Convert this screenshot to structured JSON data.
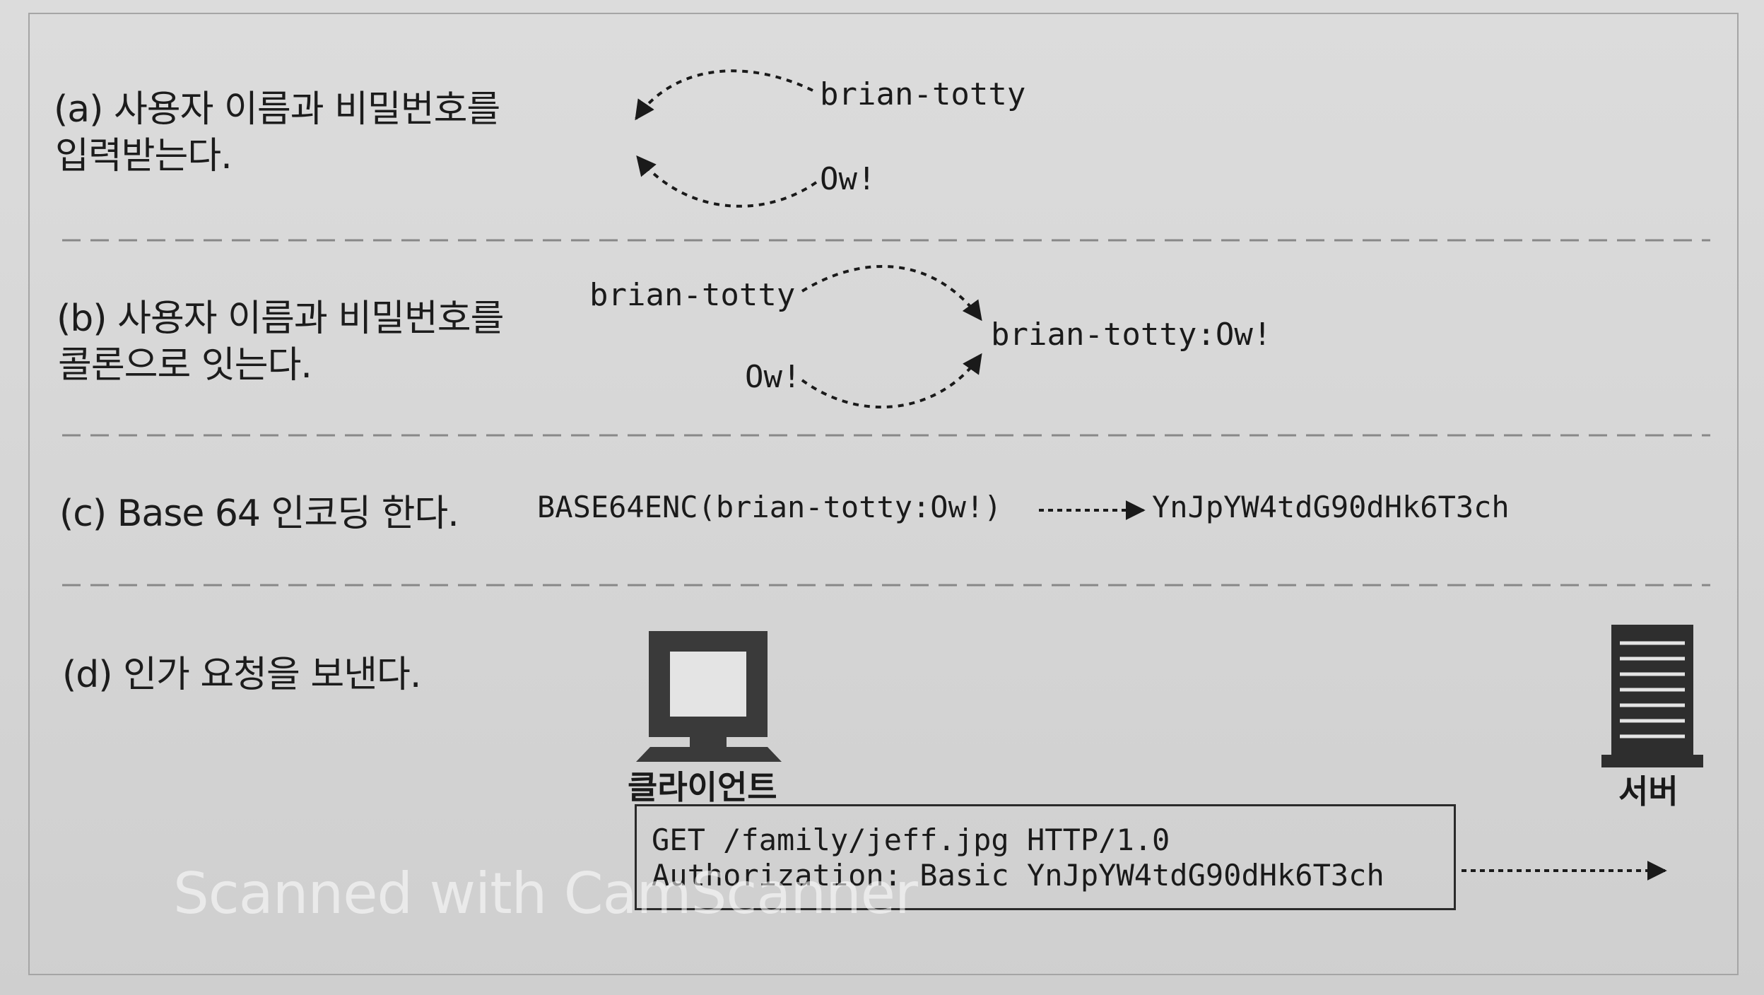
{
  "steps": {
    "a": {
      "line1": "(a) 사용자 이름과 비밀번호를",
      "line2": "입력받는다."
    },
    "b": {
      "line1": "(b) 사용자 이름과 비밀번호를",
      "line2": "콜론으로 잇는다."
    },
    "c": {
      "line1": "(c) Base 64 인코딩 한다."
    },
    "d": {
      "line1": "(d) 인가 요청을 보낸다."
    }
  },
  "panel_a": {
    "username": "brian-totty",
    "password": "Ow!"
  },
  "panel_b": {
    "username": "brian-totty",
    "password": "Ow!",
    "joined": "brian-totty:Ow!"
  },
  "panel_c": {
    "encode_call": "BASE64ENC(brian-totty:Ow!)",
    "encoded": "YnJpYW4tdG90dHk6T3ch"
  },
  "panel_d": {
    "client_label": "클라이언트",
    "server_label": "서버",
    "request_line1": "GET /family/jeff.jpg HTTP/1.0",
    "request_line2": "Authorization: Basic YnJpYW4tdG90dHk6T3ch"
  },
  "watermark": "Scanned with CamScanner",
  "colors": {
    "ink": "#1a1a1a",
    "paper": "#d9d9d9",
    "icon": "#3a3a3a"
  },
  "icons": [
    "computer-icon",
    "server-icon",
    "arrow-icon"
  ]
}
